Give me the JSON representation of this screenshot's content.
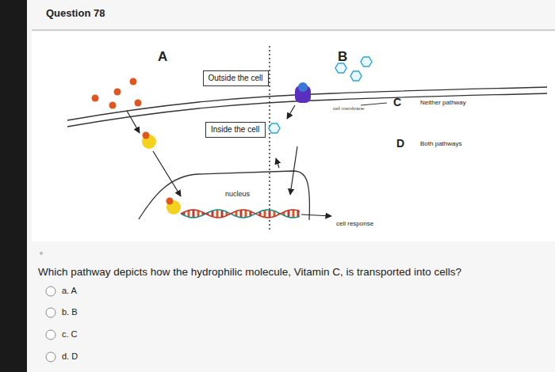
{
  "diagram": {
    "title": "Question 78",
    "nodes": [
      {
        "text": [
          "Outside the cell"
        ]
      },
      {
        "text": [
          "Inside the cell"
        ]
      }
    ],
    "labels": [
      "A",
      "B",
      "cell membrane",
      "C",
      "Neither pathway",
      "D",
      "Both pathways",
      "nucleus",
      "cell response",
      "Which pathway depicts how the hydrophilic molecule, Vitamin C, is transported into cells?",
      "a. A",
      "b. B",
      "c. C",
      "d. D"
    ]
  }
}
